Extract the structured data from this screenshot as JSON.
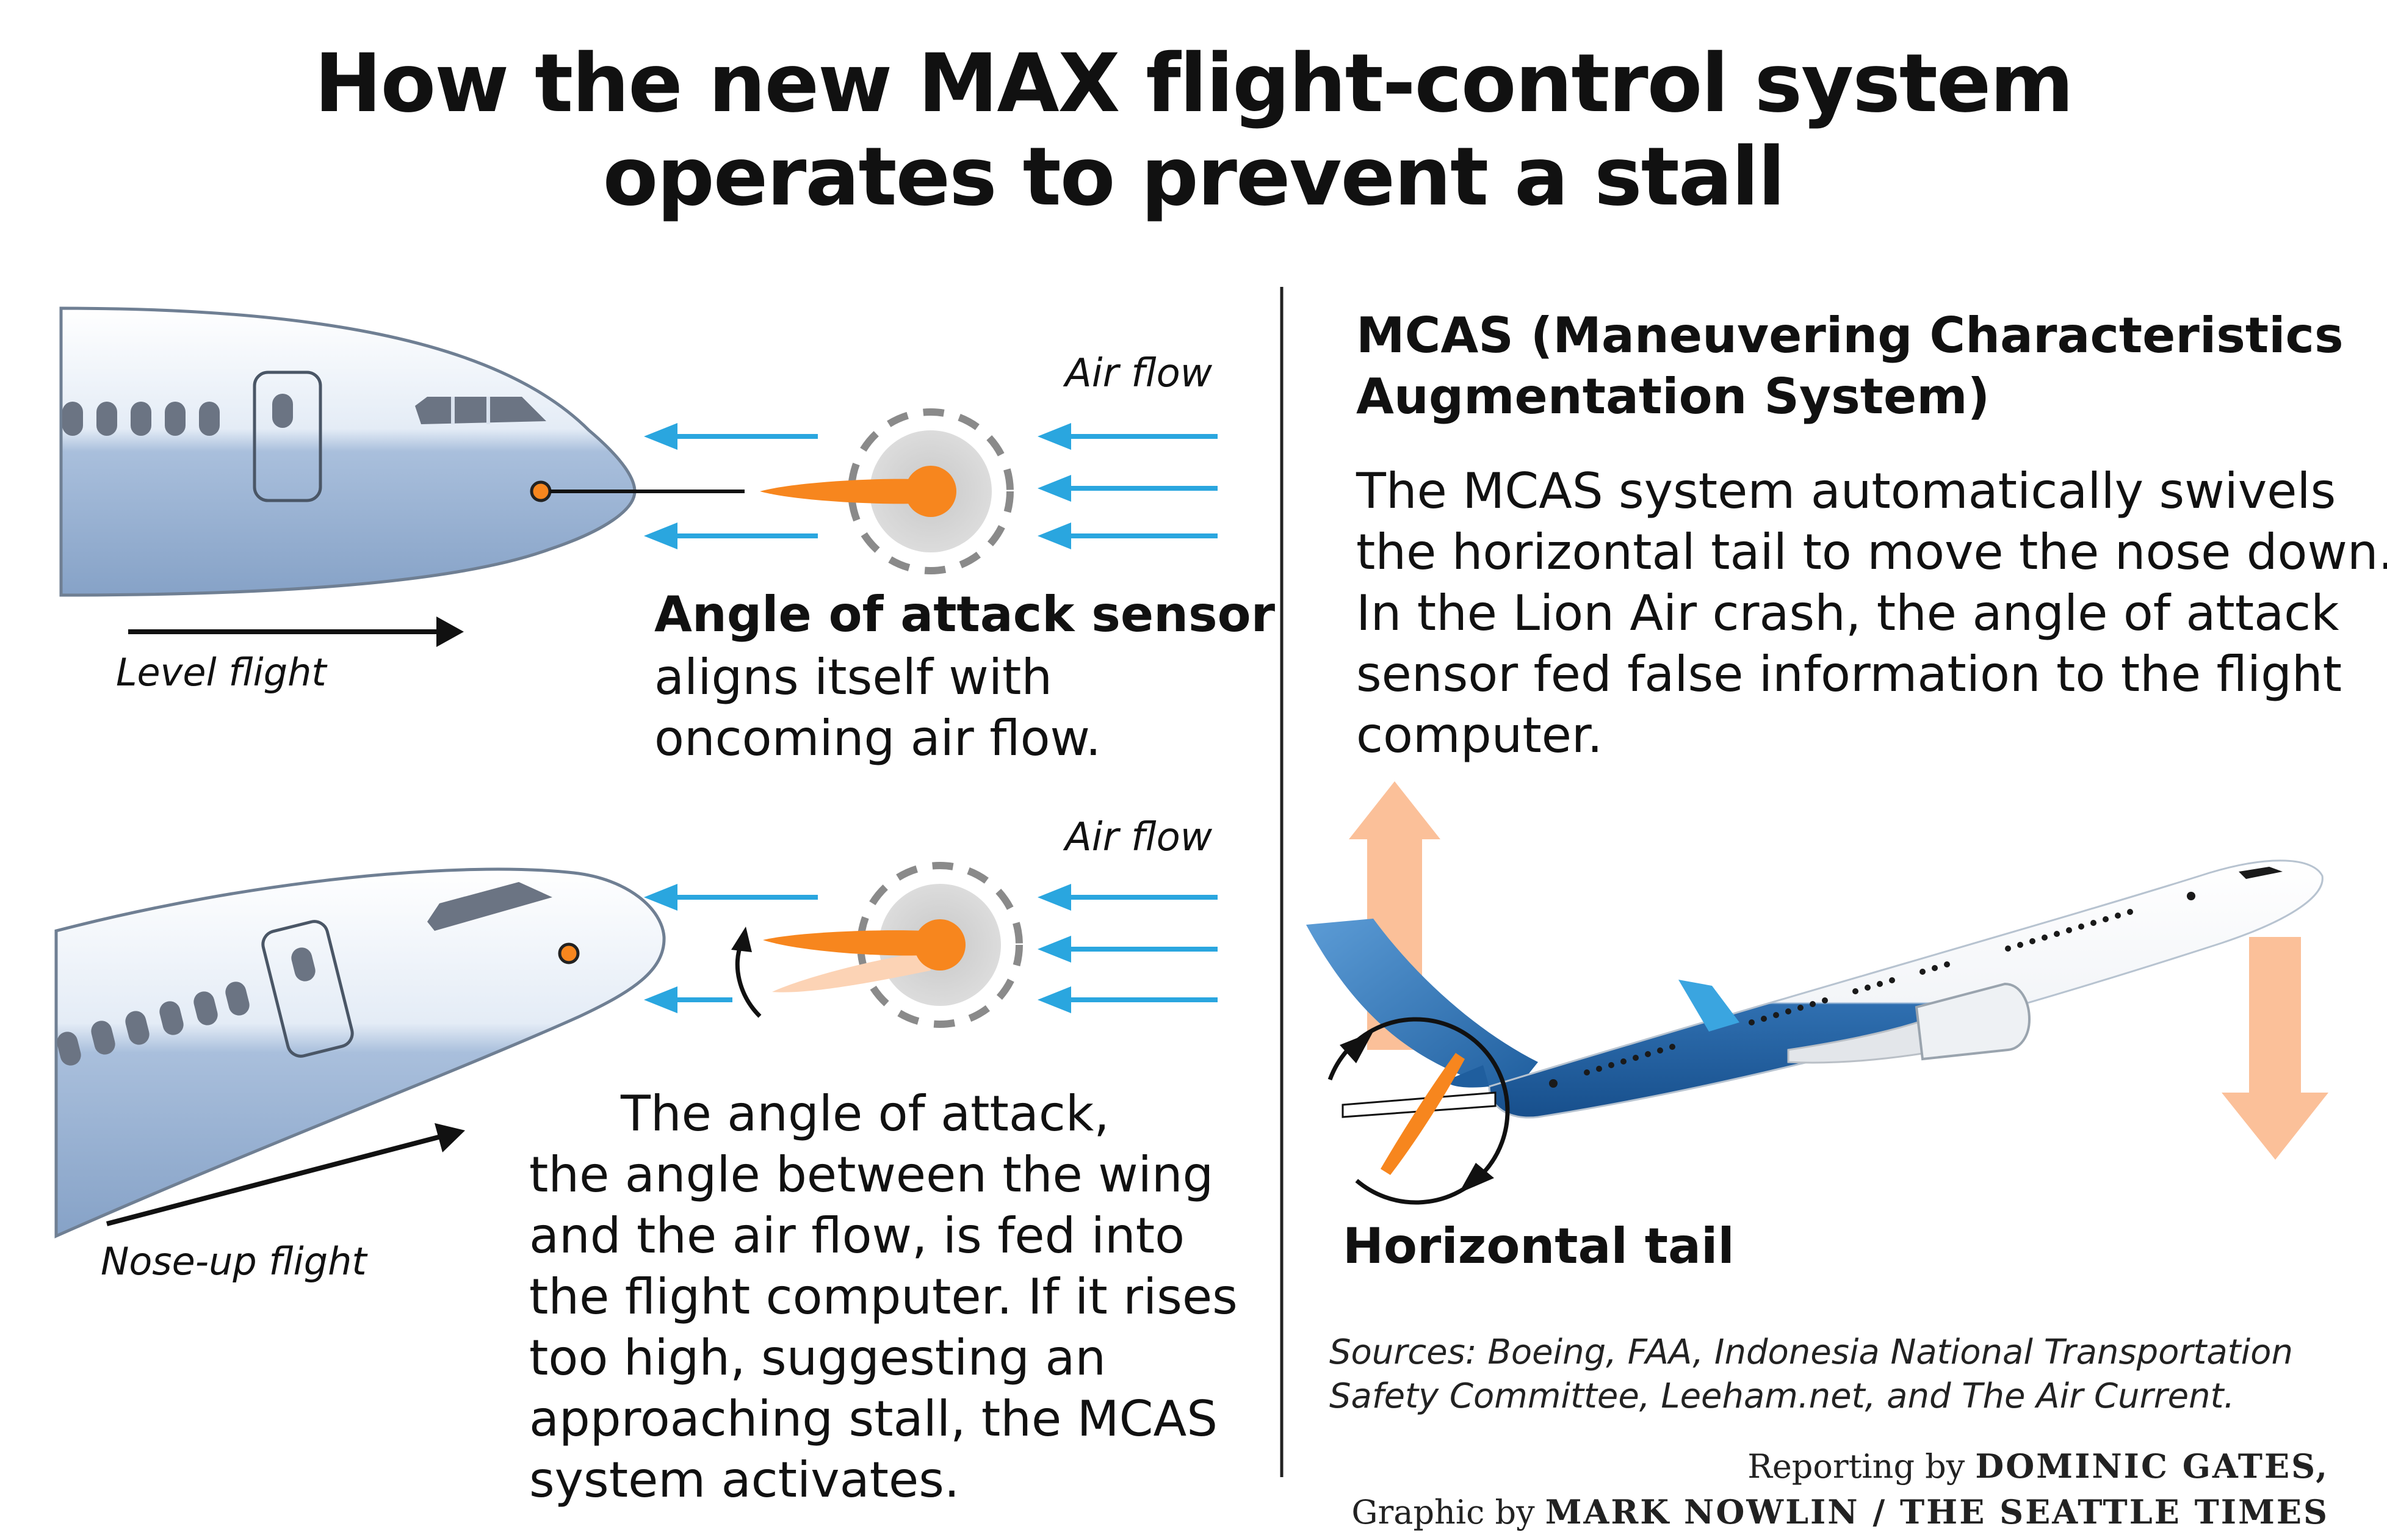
{
  "title": {
    "line1": "How the new MAX flight-control system",
    "line2": "operates to prevent a stall"
  },
  "level_panel": {
    "airflow_label": "Air flow",
    "flight_label": "Level flight",
    "sensor_heading": "Angle of attack sensor",
    "sensor_text_line1": "aligns itself with",
    "sensor_text_line2": "oncoming air flow."
  },
  "noseup_panel": {
    "airflow_label": "Air flow",
    "flight_label": "Nose-up flight",
    "body_lines": [
      "The angle of attack,",
      "the angle between the wing",
      "and the air flow, is fed into",
      "the flight computer. If it rises",
      "too high, suggesting an",
      "approaching stall, the MCAS",
      "system activates."
    ]
  },
  "mcas_panel": {
    "heading_line1": "MCAS (Maneuvering Characteristics",
    "heading_line2": "Augmentation System)",
    "body_lines": [
      "The MCAS system automatically swivels",
      "the horizontal tail to move the nose down.",
      "In the Lion Air crash, the angle of attack",
      "sensor fed false information to the flight",
      "computer."
    ],
    "tail_label": "Horizontal tail"
  },
  "footer": {
    "sources_line1": "Sources: Boeing, FAA, Indonesia National Transportation",
    "sources_line2": "Safety Committee, Leeham.net, and The Air Current.",
    "reporting_prefix": "Reporting by",
    "reporting_name": "DOMINIC GATES,",
    "graphic_prefix": "Graphic by",
    "graphic_name": "MARK NOWLIN / THE SEATTLE TIMES"
  },
  "colors": {
    "fuselage_blue": "#8fa9cc",
    "airflow_arrow": "#2aa6df",
    "sensor_orange": "#f7861e",
    "lift_arrow_peach": "#fbb98e",
    "boeing_blue": "#1f5e9e",
    "text": "#111111"
  },
  "icons": {
    "airflow": "arrow-left-icon",
    "sensor": "angle-of-attack-vane-icon",
    "rotation": "curved-arrow-icon",
    "force_up": "arrow-up-icon",
    "force_down": "arrow-down-icon"
  }
}
